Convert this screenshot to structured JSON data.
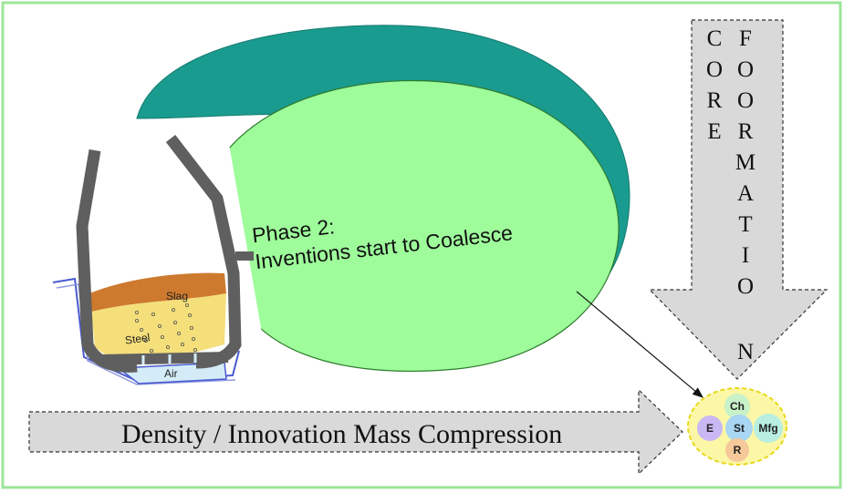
{
  "diagram": {
    "phase_title": {
      "line1": "Phase 2:",
      "line2": "Inventions start to Coalesce"
    },
    "furnace": {
      "slag_label": "Slag",
      "steel_label": "Steel",
      "air_label": "Air"
    },
    "down_arrow": {
      "left_column": [
        "C",
        "O",
        "R",
        "E"
      ],
      "right_column": [
        "F",
        "O",
        "O",
        "R",
        "M",
        "A",
        "T",
        "I",
        "O",
        "N"
      ]
    },
    "right_arrow": {
      "label": "Density / Innovation Mass Compression"
    },
    "core_cluster": {
      "nodes": [
        "Ch",
        "E",
        "St",
        "Mfg",
        "R"
      ]
    },
    "colors": {
      "frame_border": "#9ce69a",
      "blob_fill": "#9efc9b",
      "blob_shadow": "#1a9b8f",
      "arrow_fill": "#d9d9d9",
      "core_fill": "#fbf7a6",
      "core_border": "#e8d81a",
      "node_ch": "#c8f2c8",
      "node_e": "#c9b8f3",
      "node_st": "#a9d6f2",
      "node_mfg": "#b8efe0",
      "node_r": "#f6c89a",
      "slag": "#cd7a2e",
      "steel": "#f4df7a",
      "air": "#d4ecf7"
    }
  }
}
